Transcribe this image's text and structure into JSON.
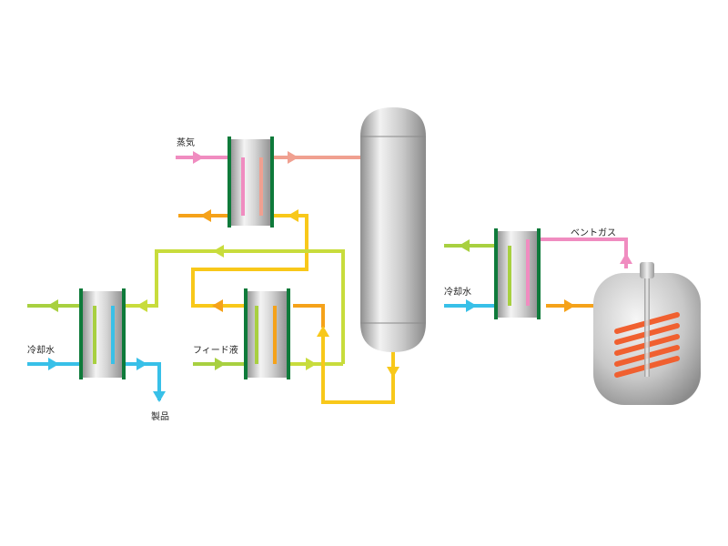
{
  "labels": {
    "steam": "蒸気",
    "cooling_water_left": "冷却水",
    "product": "製品",
    "feed_liquid": "フィード液",
    "vent_gas": "ベントガス",
    "cooling_water_right": "冷却水"
  },
  "colors": {
    "steam": "#f08cc0",
    "steam_warm": "#f0a090",
    "hot_orange": "#f5a21a",
    "yellow": "#f8c81a",
    "yellow_green": "#c8dc3c",
    "green": "#a8d040",
    "cyan": "#38c0e8",
    "coil": "#f06030",
    "tube_sheet": "#0e7a3a"
  }
}
